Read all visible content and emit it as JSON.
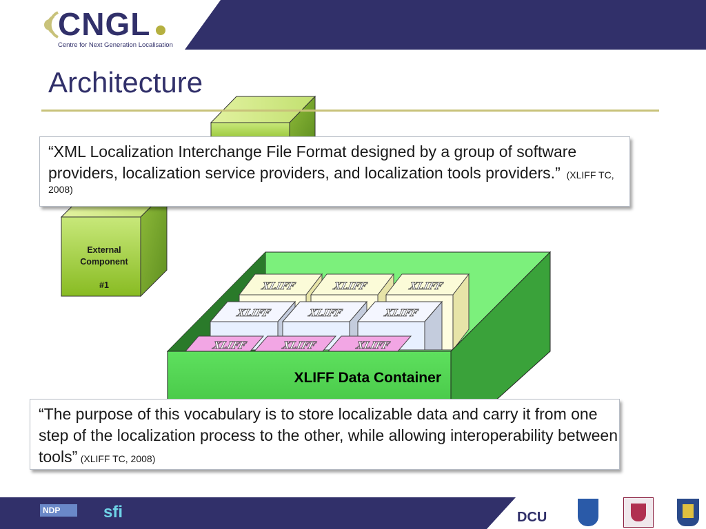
{
  "brand": {
    "logo_text": "CNGL",
    "tagline": "Centre for Next Generation Localisation"
  },
  "slide": {
    "title": "Architecture"
  },
  "diagram": {
    "external_component": {
      "line1": "External",
      "line2": "Component",
      "line3": "#1"
    },
    "container_label": "XLIFF Data Container",
    "document_label": "XLIFF"
  },
  "quotes": {
    "top": {
      "text": "“XML Localization Interchange File Format designed by a group of software providers, localization service providers, and localization tools providers.”",
      "citation": "(XLIFF TC, 2008)"
    },
    "bottom": {
      "text": "“The purpose of this vocabulary is to store localizable data and carry it from one step of the localization process to the other, while allowing interoperability between tools”",
      "citation": "(XLIFF TC, 2008)"
    }
  },
  "footer": {
    "logos": [
      "NDP",
      "sfi",
      "DCU",
      "UCD",
      "TCD",
      "DIT"
    ]
  },
  "colors": {
    "navy": "#31306a",
    "olive_rule": "#c8c27a",
    "container_green": "#5fe05f",
    "component_green": "#99cc33",
    "xliff_pink": "#ee99dd",
    "xliff_white": "#e8f0ff",
    "xliff_yellow": "#ffffcc"
  }
}
